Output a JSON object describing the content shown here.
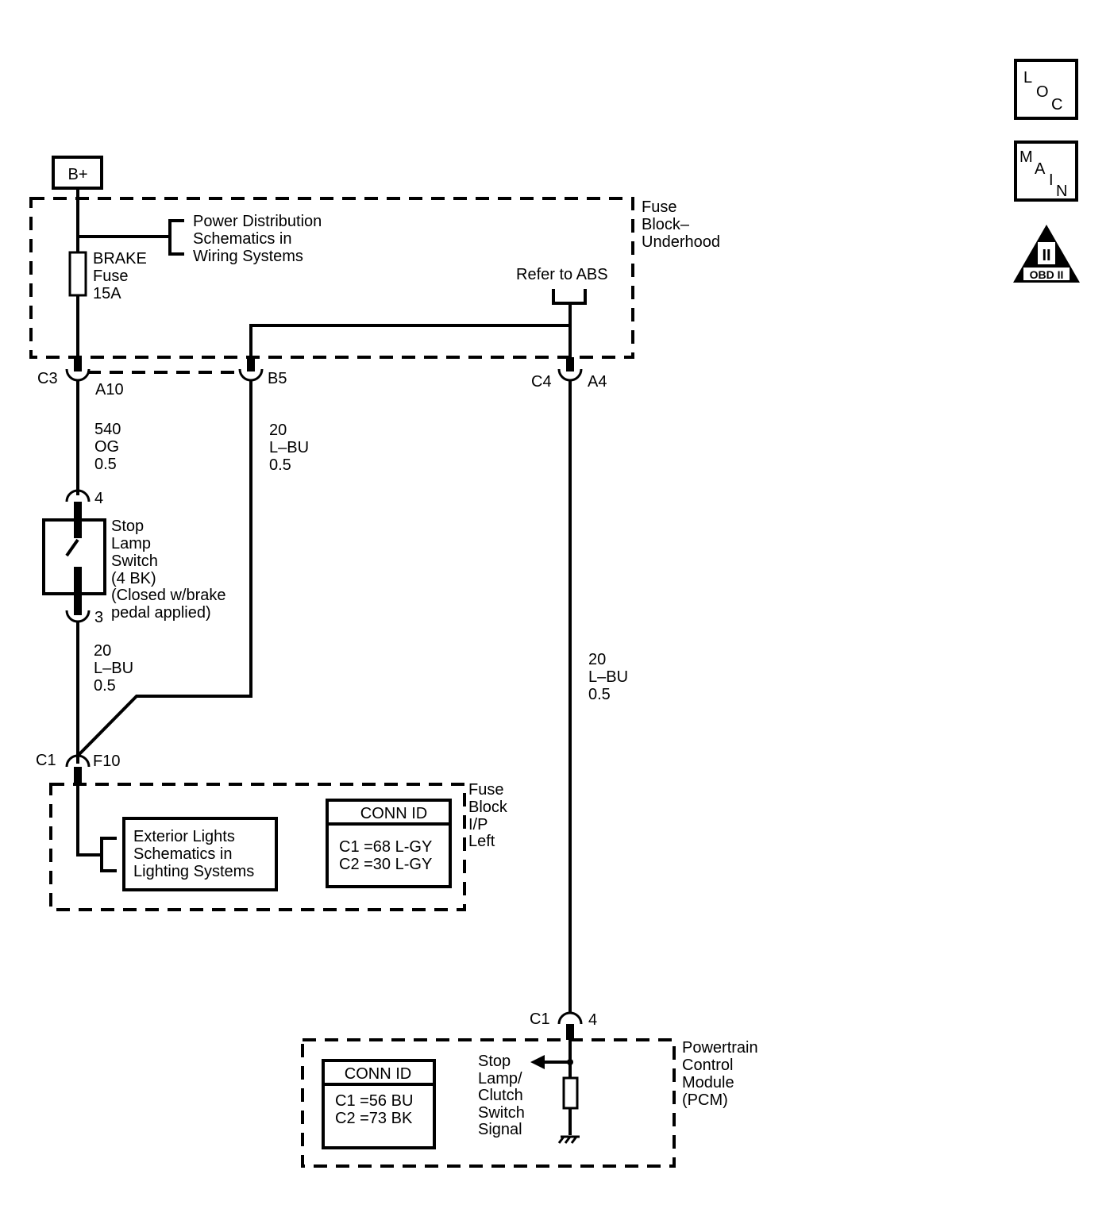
{
  "power_source": "B+",
  "fuse_block_underhood": {
    "label_lines": [
      "Fuse",
      "Block–",
      "Underhood"
    ],
    "power_dist_ref": [
      "Power Distribution",
      "Schematics in",
      "Wiring Systems"
    ],
    "fuse": [
      "BRAKE",
      "Fuse",
      "15A"
    ],
    "abs_ref": "Refer to ABS"
  },
  "connectors": {
    "c3": "C3",
    "a10": "A10",
    "b5": "B5",
    "c4": "C4",
    "a4": "A4",
    "switch_in": "4",
    "switch_out": "3",
    "ip_c1": "C1",
    "ip_f10": "F10",
    "pcm_c1": "C1",
    "pcm_4": "4"
  },
  "wires": {
    "w540": [
      "540",
      "OG",
      "0.5"
    ],
    "w20_b5": [
      "20",
      "L–BU",
      "0.5"
    ],
    "w20_switch": [
      "20",
      "L–BU",
      "0.5"
    ],
    "w20_pcm": [
      "20",
      "L–BU",
      "0.5"
    ]
  },
  "stop_lamp_switch": [
    "Stop",
    "Lamp",
    "Switch",
    "(4 BK)",
    "(Closed w/brake",
    "pedal applied)"
  ],
  "fuse_block_ip": {
    "label_lines": [
      "Fuse",
      "Block",
      "I/P",
      "Left"
    ],
    "ext_lights_ref": [
      "Exterior Lights",
      "Schematics in",
      "Lighting Systems"
    ],
    "conn_id": {
      "title": "CONN ID",
      "rows": [
        "C1 =68 L-GY",
        "C2 =30 L-GY"
      ]
    }
  },
  "pcm": {
    "label_lines": [
      "Powertrain",
      "Control",
      "Module",
      "(PCM)"
    ],
    "signal_lines": [
      "Stop",
      "Lamp/",
      "Clutch",
      "Switch",
      "Signal"
    ],
    "conn_id": {
      "title": "CONN ID",
      "rows": [
        "C1 =56 BU",
        "C2 =73 BK"
      ]
    }
  },
  "badges": {
    "loc": [
      "L",
      "O",
      "C"
    ],
    "main": [
      "M",
      "A",
      "I",
      "N"
    ],
    "obd": {
      "numeral": "II",
      "caption": "OBD II"
    }
  }
}
